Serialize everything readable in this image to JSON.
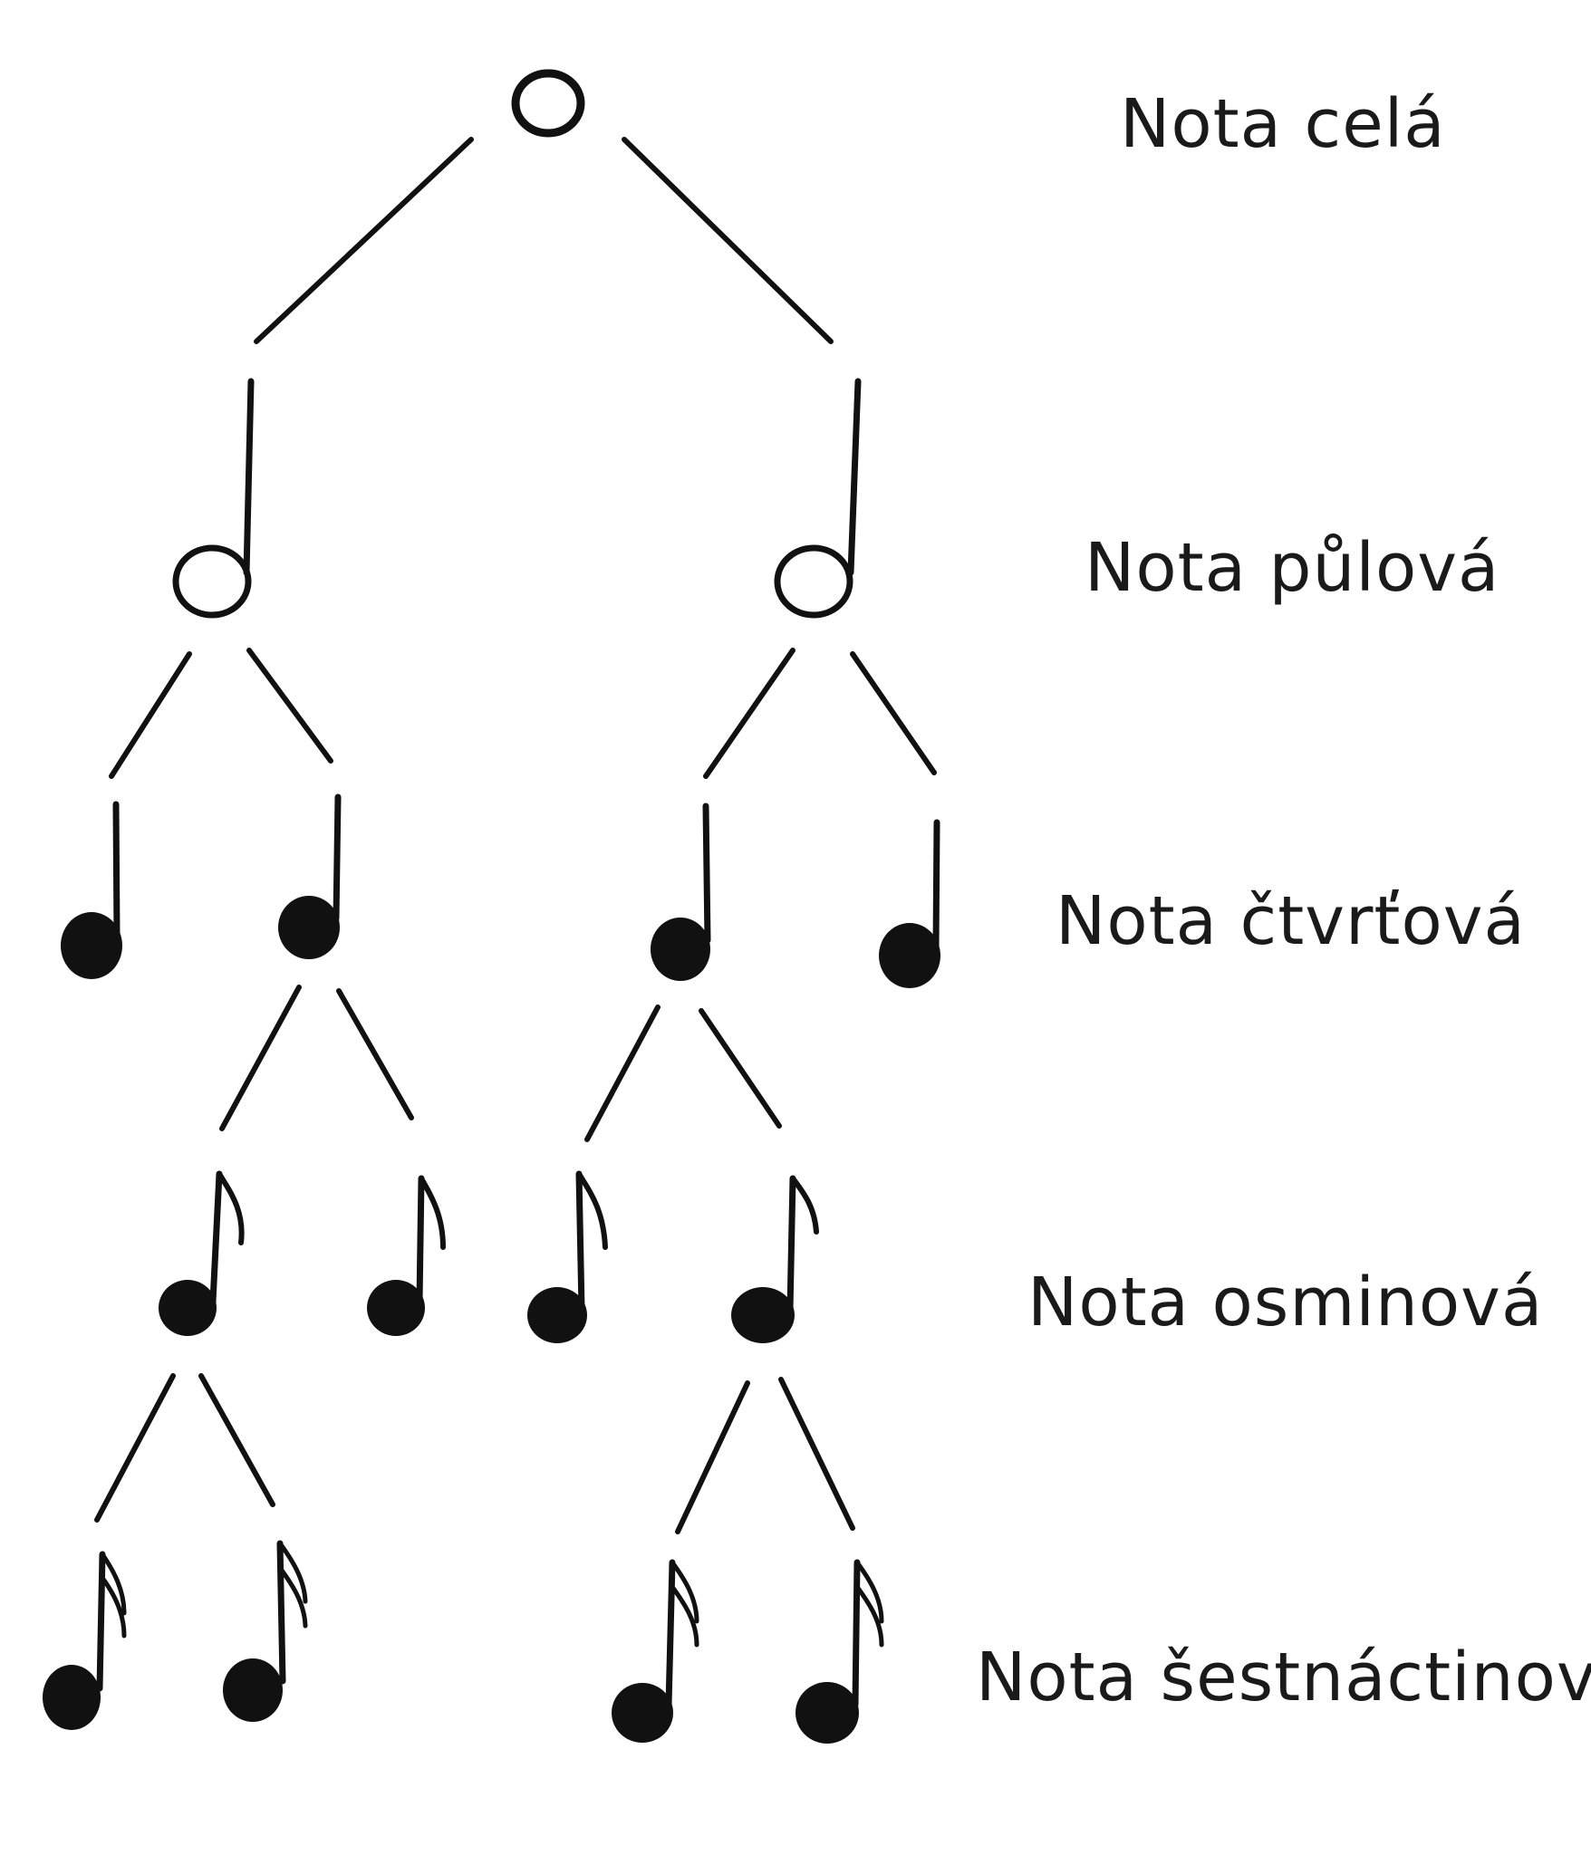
{
  "labels": {
    "whole": "Nota celá",
    "half": "Nota půlová",
    "quarter": "Nota čtvrťová",
    "eighth": "Nota osminová",
    "sixteenth": "Nota šestnáctinová"
  },
  "colors": {
    "ink": "#111111",
    "background": "#ffffff"
  }
}
